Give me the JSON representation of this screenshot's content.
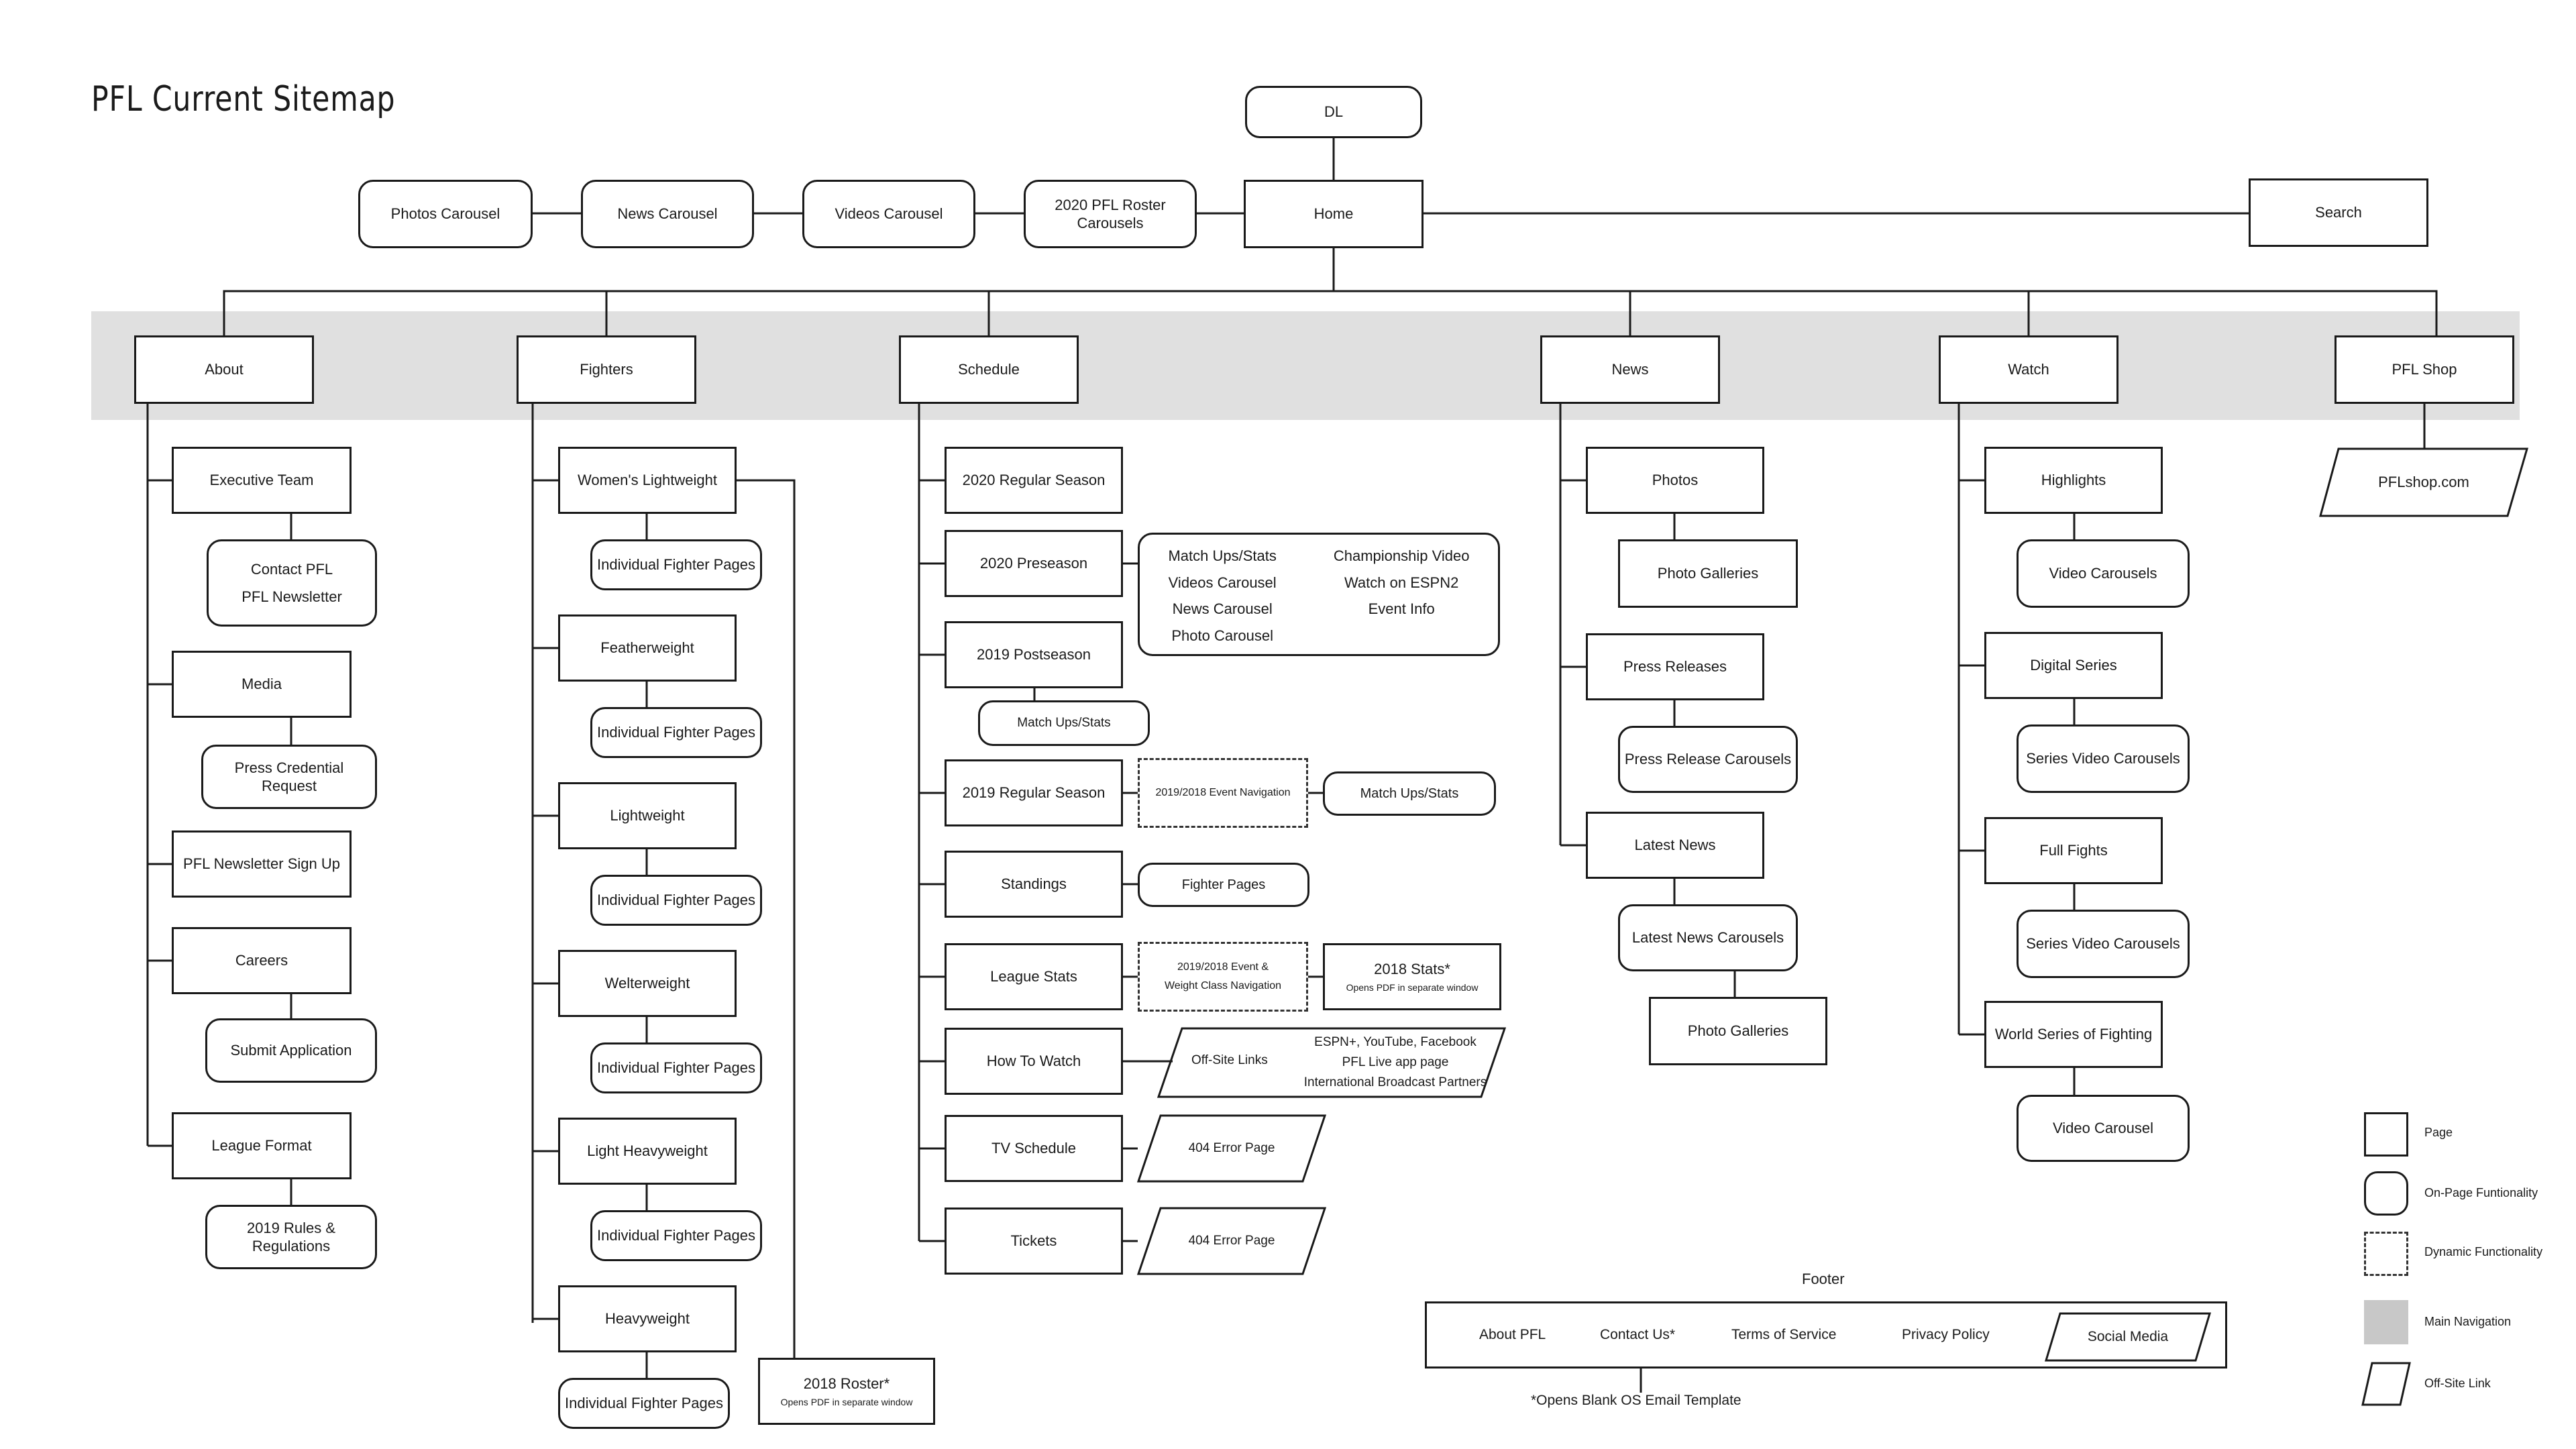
{
  "title": "PFL Current Sitemap",
  "top": {
    "dl": "DL",
    "home": "Home",
    "search": "Search",
    "photos_carousel": "Photos Carousel",
    "news_carousel": "News Carousel",
    "videos_carousel": "Videos Carousel",
    "roster_carousels_1": "2020 PFL Roster",
    "roster_carousels_2": "Carousels"
  },
  "main_nav": {
    "about": "About",
    "fighters": "Fighters",
    "schedule": "Schedule",
    "news": "News",
    "watch": "Watch",
    "shop": "PFL Shop"
  },
  "about": {
    "executive_team": "Executive Team",
    "contact_pfl": "Contact PFL",
    "pfl_newsletter": "PFL Newsletter",
    "media": "Media",
    "press_credential_1": "Press Credential",
    "press_credential_2": "Request",
    "newsletter_signup": "PFL Newsletter Sign Up",
    "careers": "Careers",
    "submit_application": "Submit Application",
    "league_format": "League Format",
    "rules": "2019 Rules & Regulations"
  },
  "fighters": {
    "womens_lightweight": "Women's Lightweight",
    "featherweight": "Featherweight",
    "lightweight": "Lightweight",
    "welterweight": "Welterweight",
    "light_heavyweight": "Light Heavyweight",
    "heavyweight": "Heavyweight",
    "individual_pages": "Individual Fighter Pages",
    "roster_2018": "2018 Roster*",
    "roster_2018_note": "Opens PDF in separate window"
  },
  "schedule": {
    "regular_2020": "2020 Regular Season",
    "preseason_2020": "2020 Preseason",
    "preseason_features_left": [
      "Match Ups/Stats",
      "Videos Carousel",
      "News Carousel",
      "Photo Carousel"
    ],
    "preseason_features_right": [
      "Championship Video",
      "Watch on ESPN2",
      "Event Info"
    ],
    "postseason_2019": "2019 Postseason",
    "postseason_matchups": "Match Ups/Stats",
    "regular_2019": "2019 Regular Season",
    "event_nav": "2019/2018 Event Navigation",
    "regular_matchups": "Match Ups/Stats",
    "standings": "Standings",
    "fighter_pages": "Fighter Pages",
    "league_stats": "League Stats",
    "event_weight_nav_1": "2019/2018 Event &",
    "event_weight_nav_2": "Weight Class Navigation",
    "stats_2018": "2018 Stats*",
    "stats_2018_note": "Opens PDF in separate window",
    "how_to_watch": "How To Watch",
    "offsite_links": "Off-Site Links",
    "offsite_list": [
      "ESPN+, YouTube, Facebook",
      "PFL Live app page",
      "International Broadcast Partners"
    ],
    "tv_schedule": "TV Schedule",
    "error_404_tv": "404 Error Page",
    "tickets": "Tickets",
    "error_404_tickets": "404 Error Page"
  },
  "news": {
    "photos": "Photos",
    "photo_galleries": "Photo Galleries",
    "press_releases": "Press Releases",
    "press_release_carousels": "Press Release Carousels",
    "latest_news": "Latest News",
    "latest_news_carousels": "Latest News Carousels",
    "latest_photo_galleries": "Photo Galleries"
  },
  "watch": {
    "highlights": "Highlights",
    "video_carousels": "Video Carousels",
    "digital_series": "Digital Series",
    "series_video_carousels_1": "Series Video Carousels",
    "full_fights": "Full Fights",
    "series_video_carousels_2": "Series Video Carousels",
    "world_series": "World Series of Fighting",
    "video_carousel": "Video Carousel"
  },
  "shop": {
    "pflshop": "PFLshop.com"
  },
  "footer": {
    "label": "Footer",
    "about_pfl": "About PFL",
    "contact_us": "Contact Us*",
    "terms": "Terms of Service",
    "privacy": "Privacy Policy",
    "social_media": "Social Media",
    "note": "*Opens Blank OS Email Template"
  },
  "legend": {
    "page": "Page",
    "on_page": "On-Page Funtionality",
    "dynamic": "Dynamic Functionality",
    "main_nav": "Main Navigation",
    "offsite": "Off-Site Link"
  },
  "colors": {
    "line": "#1a1a1a",
    "band": "#e0e0e0"
  }
}
